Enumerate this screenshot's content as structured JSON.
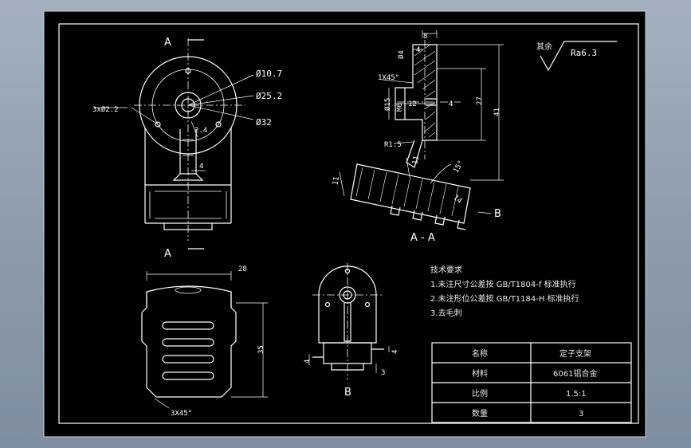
{
  "views": {
    "section_a_top": "A",
    "section_a_bottom": "A",
    "section_label": "A - A",
    "view_b_arrow": "B",
    "view_b_label": "B"
  },
  "dimensions": {
    "d107": "Ø10.7",
    "d252": "Ø25.2",
    "d32": "Ø32",
    "d22": "3xØ2.2",
    "r24": "2.4",
    "w4a": "4",
    "w8": "8",
    "w4b": "4",
    "d4": "Ø4",
    "chamfer1": "1X45°",
    "d15": "Ø15",
    "m6": "M6",
    "l12": "12",
    "l4c": "4",
    "h27": "27",
    "h41": "41",
    "r15": "R1.5",
    "l11a": "11",
    "l11b": "11",
    "ang15": "15°",
    "l14": "14",
    "w28": "28",
    "h35": "35",
    "chamfer3": "3X45°",
    "w4d": "4",
    "w4e": "4",
    "w3": "3"
  },
  "roughness": {
    "prefix": "其余",
    "value": "Ra6.3"
  },
  "notes": {
    "title": "技术要求",
    "items": [
      "1.未注尺寸公差按 GB/T1804-f 标准执行",
      "2.未注形位公差按 GB/T1184-H 标准执行",
      "3.去毛刺"
    ]
  },
  "title_block": {
    "rows": [
      {
        "label": "名称",
        "value": "定子支架"
      },
      {
        "label": "材料",
        "value": "6061铝合金"
      },
      {
        "label": "比例",
        "value": "1.5:1"
      },
      {
        "label": "数量",
        "value": "3"
      }
    ]
  }
}
